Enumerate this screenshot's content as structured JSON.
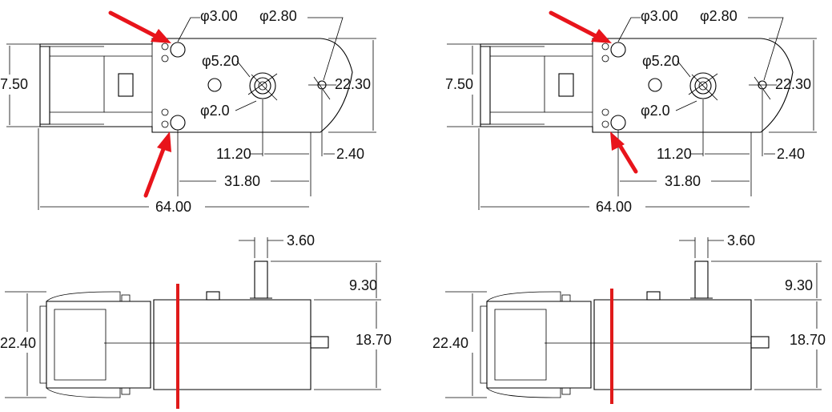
{
  "colors": {
    "line": "#000000",
    "annotation": "#e8141b",
    "background": "#ffffff"
  },
  "drawing": {
    "top_view": {
      "hole_large": "φ3.00",
      "hole_right": "φ2.80",
      "shaft_dia": "φ5.20",
      "small_hole": "φ2.0",
      "height": "22.30",
      "left_height": "7.50",
      "dist_a": "11.20",
      "dist_b": "2.40",
      "dist_c": "31.80",
      "overall_length": "64.00"
    },
    "side_view": {
      "shaft_width": "3.60",
      "shaft_height": "9.30",
      "body_height": "18.70",
      "gearbox_height": "22.40"
    }
  }
}
